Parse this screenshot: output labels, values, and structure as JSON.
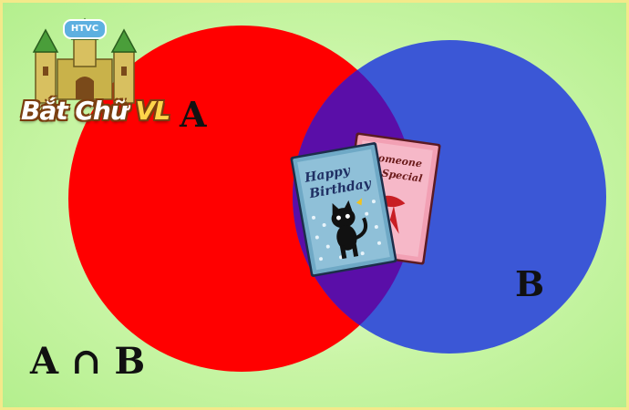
{
  "venn": {
    "set_a_label": "A",
    "set_b_label": "B",
    "formula": "A ∩ B",
    "set_a_color": "#ff0000",
    "set_b_color": "#3b57d6",
    "intersection_color": "#5a0ea8"
  },
  "logo": {
    "badge": "HTVC",
    "title_main": "Bắt Chữ",
    "title_accent": "VL"
  },
  "cards": {
    "front": {
      "line1": "Happy",
      "line2": "Birthday"
    },
    "back": {
      "line1": "Someone",
      "line2": "Special"
    }
  }
}
